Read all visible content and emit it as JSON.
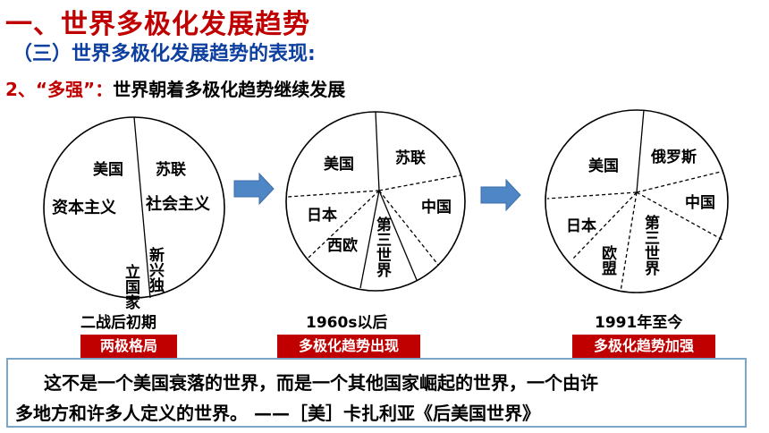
{
  "heading": {
    "title": "一、世界多极化发展趋势",
    "subtitle": "（三）世界多极化发展趋势的表现:",
    "point_prefix": "2、“多强”：",
    "point_text": "世界朝着多极化趋势继续发展"
  },
  "pies": [
    {
      "labels": {
        "usa": "美国",
        "capitalism": "资本主义",
        "ussr": "苏联",
        "socialism": "社会主义",
        "independent_a": "立国家",
        "independent_b": "新兴独"
      },
      "caption": "二战后初期",
      "badge": "两极格局"
    },
    {
      "labels": {
        "usa": "美国",
        "ussr": "苏联",
        "japan": "日本",
        "western_europe": "西欧",
        "third_world": "第三世界",
        "china": "中国"
      },
      "caption": "1960s以后",
      "badge": "多极化趋势出现"
    },
    {
      "labels": {
        "usa": "美国",
        "russia": "俄罗斯",
        "china": "中国",
        "japan": "日本",
        "eu": "欧盟",
        "third_world": "第三世界"
      },
      "caption": "1991年至今",
      "badge": "多极化趋势加强"
    }
  ],
  "quote": {
    "line1": "这不是一个美国衰落的世界，而是一个其他国家崛起的世界，一个由许",
    "line2": "多地方和许多人定义的世界。  ——［美］卡扎利亚《后美国世界》"
  },
  "colors": {
    "title_red": "#c00000",
    "subtitle_blue": "#0d3fa0",
    "arrow_blue": "#4f86c6",
    "badge_red": "#c00000",
    "quote_border": "#7aa6c9"
  }
}
